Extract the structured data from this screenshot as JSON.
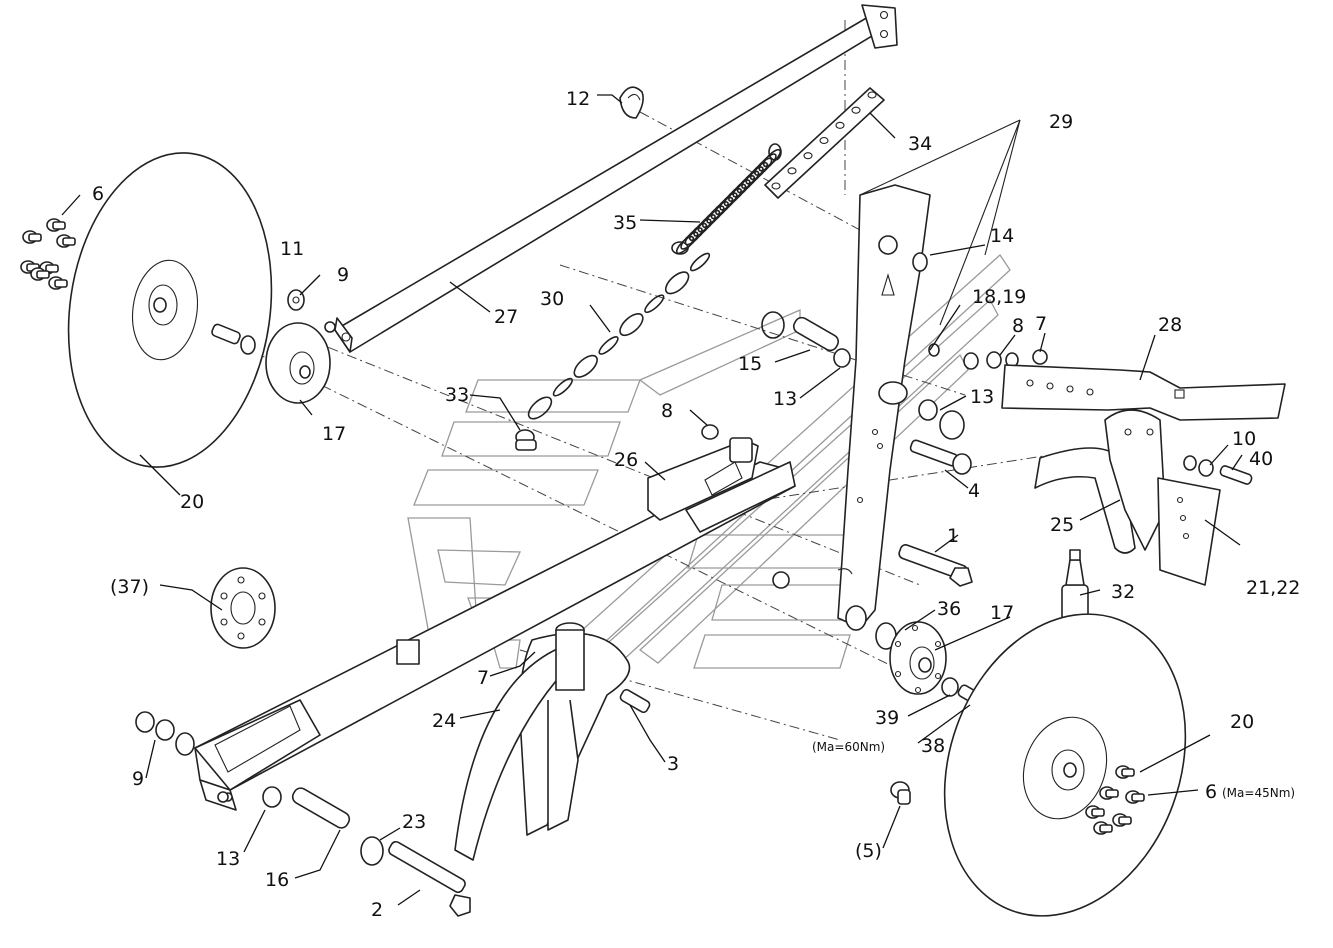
{
  "callouts": [
    {
      "id": "c1",
      "text": "1"
    },
    {
      "id": "c2",
      "text": "2"
    },
    {
      "id": "c3",
      "text": "3"
    },
    {
      "id": "c4",
      "text": "4"
    },
    {
      "id": "c5",
      "text": "(5)"
    },
    {
      "id": "c6a",
      "text": "6"
    },
    {
      "id": "c6b",
      "text": "6"
    },
    {
      "id": "c7a",
      "text": "7"
    },
    {
      "id": "c7b",
      "text": "7"
    },
    {
      "id": "c8a",
      "text": "8"
    },
    {
      "id": "c8b",
      "text": "8"
    },
    {
      "id": "c9a",
      "text": "9"
    },
    {
      "id": "c9b",
      "text": "9"
    },
    {
      "id": "c10",
      "text": "10"
    },
    {
      "id": "c11",
      "text": "11"
    },
    {
      "id": "c12",
      "text": "12"
    },
    {
      "id": "c13a",
      "text": "13"
    },
    {
      "id": "c13b",
      "text": "13"
    },
    {
      "id": "c13c",
      "text": "13"
    },
    {
      "id": "c14",
      "text": "14"
    },
    {
      "id": "c15",
      "text": "15"
    },
    {
      "id": "c16",
      "text": "16"
    },
    {
      "id": "c17a",
      "text": "17"
    },
    {
      "id": "c17b",
      "text": "17"
    },
    {
      "id": "c1819",
      "text": "18,19"
    },
    {
      "id": "c20a",
      "text": "20"
    },
    {
      "id": "c20b",
      "text": "20"
    },
    {
      "id": "c2122",
      "text": "21,22"
    },
    {
      "id": "c23",
      "text": "23"
    },
    {
      "id": "c24",
      "text": "24"
    },
    {
      "id": "c25",
      "text": "25"
    },
    {
      "id": "c26",
      "text": "26"
    },
    {
      "id": "c27",
      "text": "27"
    },
    {
      "id": "c28",
      "text": "28"
    },
    {
      "id": "c29",
      "text": "29"
    },
    {
      "id": "c30",
      "text": "30"
    },
    {
      "id": "c32",
      "text": "32"
    },
    {
      "id": "c33",
      "text": "33"
    },
    {
      "id": "c34",
      "text": "34"
    },
    {
      "id": "c35",
      "text": "35"
    },
    {
      "id": "c36",
      "text": "36"
    },
    {
      "id": "c37",
      "text": "(37)"
    },
    {
      "id": "c38",
      "text": "38"
    },
    {
      "id": "c39",
      "text": "39"
    },
    {
      "id": "c40",
      "text": "40"
    }
  ],
  "torque_notes": {
    "bolt_38": "(Ma=60Nm)",
    "bolt_6": "(Ma=45Nm)"
  }
}
